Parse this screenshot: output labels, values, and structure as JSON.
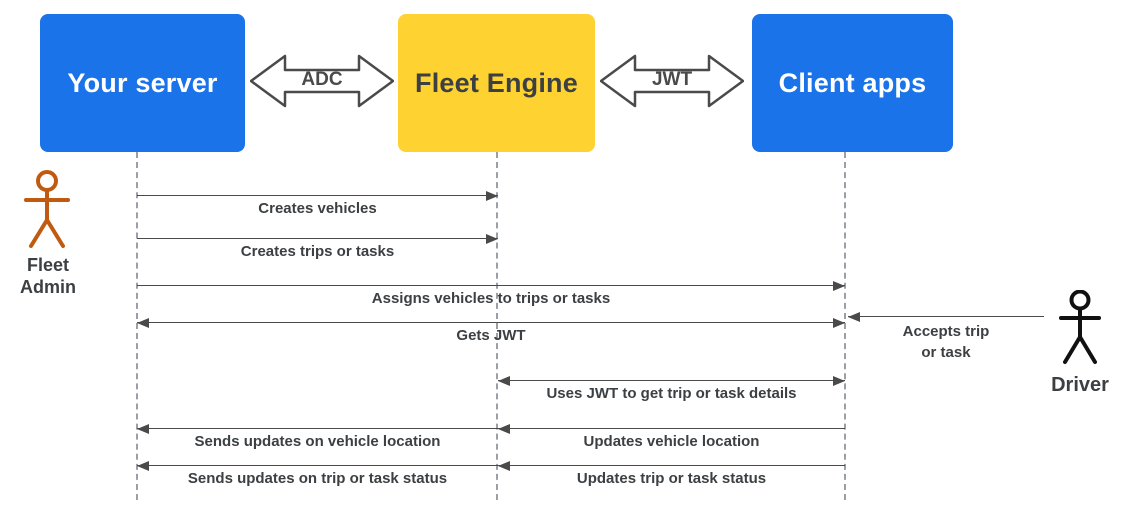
{
  "nodes": {
    "server": {
      "label": "Your server"
    },
    "fleet_engine": {
      "label": "Fleet Engine"
    },
    "client_apps": {
      "label": "Client apps"
    }
  },
  "connectors": {
    "adc": {
      "label": "ADC"
    },
    "jwt": {
      "label": "JWT"
    }
  },
  "actors": {
    "fleet_admin": {
      "line1": "Fleet",
      "line2": "Admin"
    },
    "driver": {
      "label": "Driver"
    }
  },
  "messages": {
    "creates_vehicles": {
      "label": "Creates vehicles"
    },
    "creates_trips_or_tasks": {
      "label": "Creates trips or tasks"
    },
    "assigns_vehicles": {
      "label": "Assigns vehicles to trips or tasks"
    },
    "gets_jwt": {
      "label": "Gets JWT"
    },
    "accepts_trip": {
      "line1": "Accepts trip",
      "line2": "or task"
    },
    "uses_jwt": {
      "label": "Uses JWT to get trip or task details"
    },
    "sends_updates_vehicle_location": {
      "label": "Sends updates on vehicle location"
    },
    "updates_vehicle_location": {
      "label": "Updates vehicle location"
    },
    "sends_updates_trip_status": {
      "label": "Sends updates on trip or task status"
    },
    "updates_trip_status": {
      "label": "Updates trip or task status"
    }
  },
  "colors": {
    "node_blue": "#1a73e8",
    "node_yellow": "#fdd231",
    "arrow": "#4a4a4a",
    "lifeline": "#9aa0a6",
    "fleet_admin_actor": "#c05a11",
    "driver_actor": "#111111",
    "label_text": "#3c4043"
  }
}
